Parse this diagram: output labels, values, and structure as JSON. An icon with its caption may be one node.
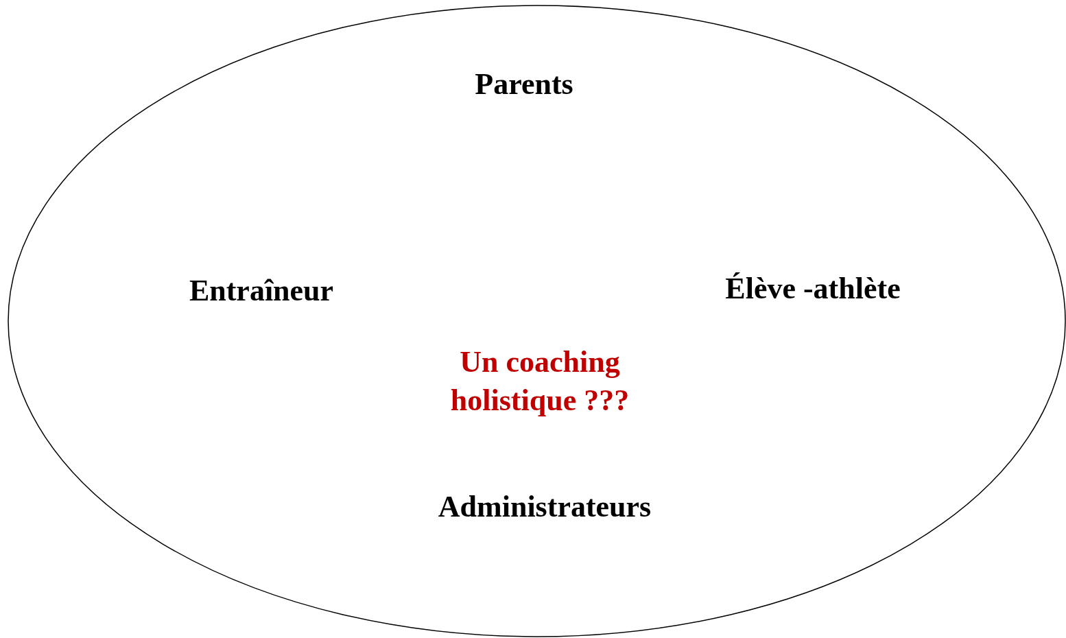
{
  "diagram": {
    "nodes": [
      {
        "text": [
          "Parents",
          "Entraîneur",
          "Élève -athlète",
          "Un coaching holistique ???",
          "Administrateurs"
        ]
      }
    ]
  }
}
